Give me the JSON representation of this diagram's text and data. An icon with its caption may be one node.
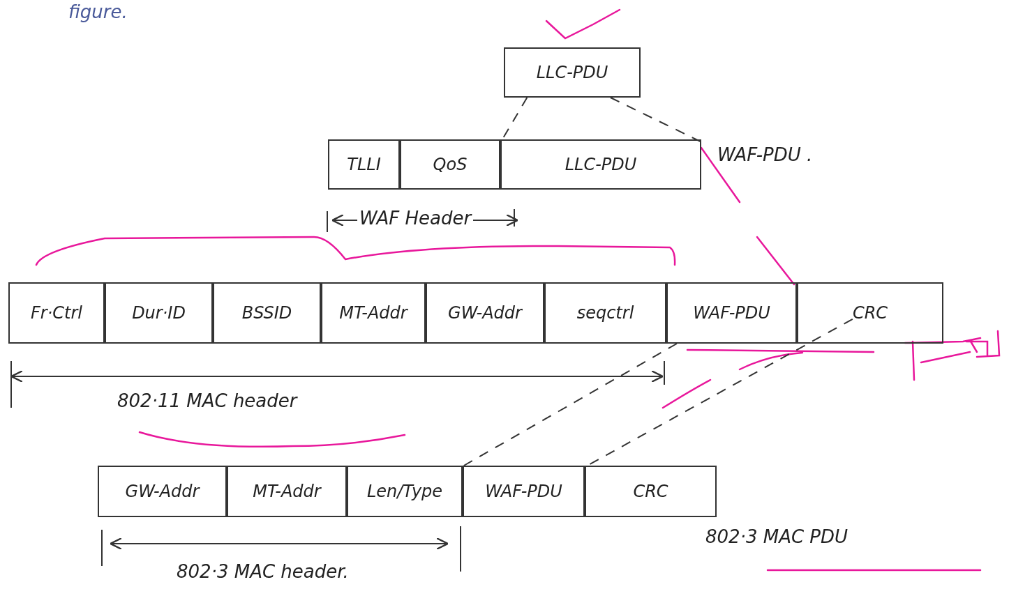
{
  "diagram": {
    "nodes": [
      {
        "text": [
          "LLC-PDU"
        ]
      },
      {
        "text": [
          "TLLI"
        ]
      },
      {
        "text": [
          "QoS"
        ]
      },
      {
        "text": [
          "LLC-PDU"
        ]
      },
      {
        "text": [
          "Fr·Ctrl"
        ]
      },
      {
        "text": [
          "Dur·ID"
        ]
      },
      {
        "text": [
          "BSSID"
        ]
      },
      {
        "text": [
          "MT-Addr"
        ]
      },
      {
        "text": [
          "GW-Addr"
        ]
      },
      {
        "text": [
          "seqctrl"
        ]
      },
      {
        "text": [
          "WAF-PDU"
        ]
      },
      {
        "text": [
          "CRC"
        ]
      },
      {
        "text": [
          "GW-Addr"
        ]
      },
      {
        "text": [
          "MT-Addr"
        ]
      },
      {
        "text": [
          "Len/Type"
        ]
      },
      {
        "text": [
          "WAF-PDU"
        ]
      },
      {
        "text": [
          "CRC"
        ]
      }
    ],
    "edges": [
      {
        "from": 0,
        "to": 3,
        "arrow": "none",
        "style": "dashed"
      },
      {
        "from": 0,
        "to": 3,
        "arrow": "none",
        "style": "dashed"
      },
      {
        "from": 10,
        "to": 15,
        "arrow": "none",
        "style": "dashed"
      },
      {
        "from": 11,
        "to": 16,
        "arrow": "none",
        "style": "dashed"
      }
    ],
    "labels": [
      "figure.",
      "WAF-PDU .",
      "WAF Header",
      "802·11 MAC header",
      "802·3 MAC header.",
      "802·3 MAC PDU"
    ]
  }
}
